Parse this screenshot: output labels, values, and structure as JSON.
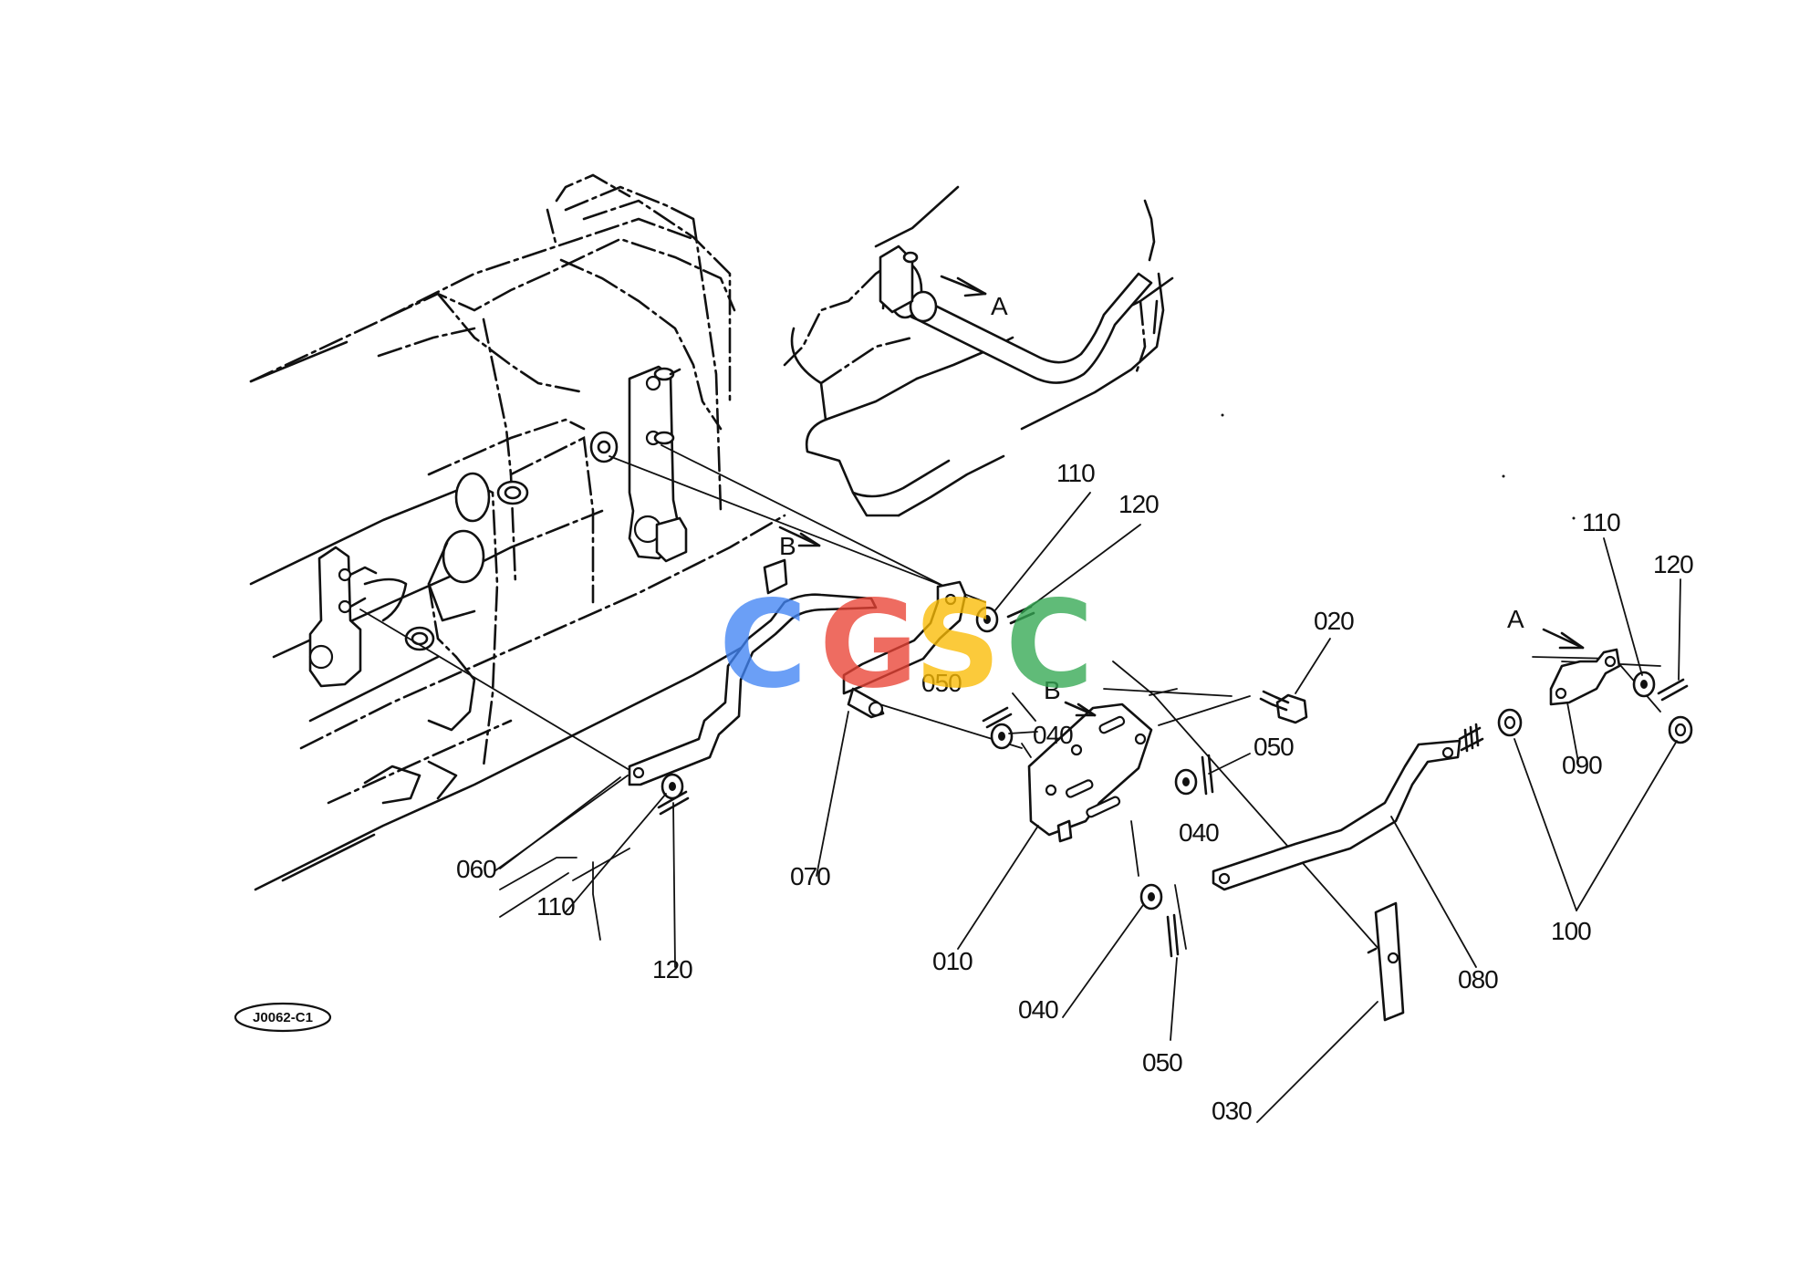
{
  "diagram": {
    "reference_code": "J0062-C1",
    "callouts": [
      {
        "id": "c-110-left",
        "text": "110"
      },
      {
        "id": "c-120-left",
        "text": "120"
      },
      {
        "id": "c-060",
        "text": "060"
      },
      {
        "id": "c-070",
        "text": "070"
      },
      {
        "id": "c-010",
        "text": "010"
      },
      {
        "id": "c-040-bottom",
        "text": "040"
      },
      {
        "id": "c-050-bottom",
        "text": "050"
      },
      {
        "id": "c-030",
        "text": "030"
      },
      {
        "id": "c-080",
        "text": "080"
      },
      {
        "id": "c-100",
        "text": "100"
      },
      {
        "id": "c-090",
        "text": "090"
      },
      {
        "id": "c-110-right",
        "text": "110"
      },
      {
        "id": "c-120-right",
        "text": "120"
      },
      {
        "id": "c-020",
        "text": "020"
      },
      {
        "id": "c-050-right",
        "text": "050"
      },
      {
        "id": "c-040-right",
        "text": "040"
      },
      {
        "id": "c-050-mid",
        "text": "050"
      },
      {
        "id": "c-040-mid",
        "text": "040"
      },
      {
        "id": "c-110-top",
        "text": "110"
      },
      {
        "id": "c-120-top",
        "text": "120"
      }
    ],
    "view_markers": [
      {
        "id": "m-a-top",
        "text": "A"
      },
      {
        "id": "m-b-top",
        "text": "B"
      },
      {
        "id": "m-b-mid",
        "text": "B"
      },
      {
        "id": "m-a-right",
        "text": "A"
      }
    ]
  },
  "watermark": {
    "letters": [
      "C",
      "G",
      "S",
      "C"
    ],
    "colors": [
      "#4285F4",
      "#EA4335",
      "#FBBC05",
      "#34A853"
    ]
  }
}
